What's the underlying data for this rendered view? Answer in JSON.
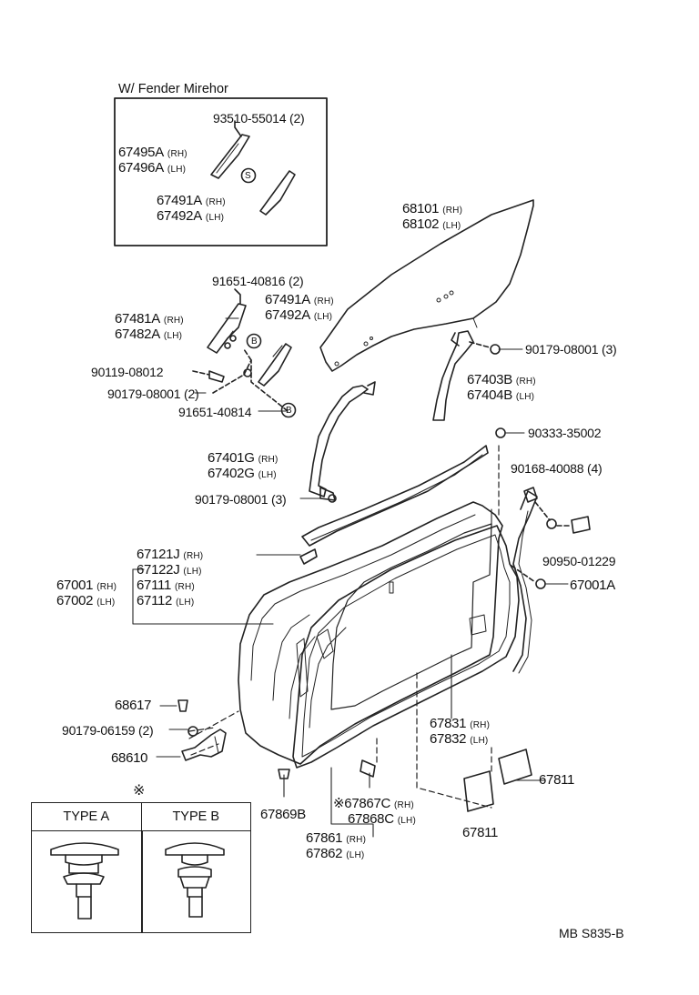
{
  "inset": {
    "title": "W/ Fender Mirehor",
    "bolt": "93510-55014 (2)",
    "s_mark": "S",
    "upper": {
      "n1": "67495A",
      "s1": "(RH)",
      "n2": "67496A",
      "s2": "(LH)"
    },
    "lower": {
      "n1": "67491A",
      "s1": "(RH)",
      "n2": "67492A",
      "s2": "(LH)"
    }
  },
  "labels": {
    "glass": {
      "n1": "68101",
      "s1": "(RH)",
      "n2": "68102",
      "s2": "(LH)"
    },
    "screw_top": "91651-40816 (2)",
    "cover_a": {
      "n1": "67481A",
      "s1": "(RH)",
      "n2": "67482A",
      "s2": "(LH)"
    },
    "cover_b": {
      "n1": "67491A",
      "s1": "(RH)",
      "n2": "67492A",
      "s2": "(LH)"
    },
    "bolt_90119": "90119-08012",
    "nut_08001_2": "90179-08001 (2)",
    "screw_40814": "91651-40814",
    "b_mark": "B",
    "nut_08001_3_top": "90179-08001 (3)",
    "channel": {
      "n1": "67403B",
      "s1": "(RH)",
      "n2": "67404B",
      "s2": "(LH)"
    },
    "plug": "90333-35002",
    "frame": {
      "n1": "67401G",
      "s1": "(RH)",
      "n2": "67402G",
      "s2": "(LH)"
    },
    "screw_40088": "90168-40088 (4)",
    "nut_08001_3_bottom": "90179-08001 (3)",
    "clip_01229": "90950-01229",
    "weather": {
      "n1": "67121J",
      "s1": "(RH)",
      "n2": "67122J",
      "s2": "(LH)"
    },
    "door": {
      "n1": "67001",
      "s1": "(RH)",
      "n2": "67002",
      "s2": "(LH)"
    },
    "strip": {
      "n1": "67111",
      "s1": "(RH)",
      "n2": "67112",
      "s2": "(LH)"
    },
    "plug_67001a": "67001A",
    "bolt_68617": "68617",
    "nut_06159": "90179-06159 (2)",
    "hinge_68610": "68610",
    "seal": {
      "n1": "67831",
      "s1": "(RH)",
      "n2": "67832",
      "s2": "(LH)"
    },
    "pad_right": "67811",
    "pad_left": "67811",
    "clip_67869b": "67869B",
    "clip_6786x": {
      "mark": "※",
      "n1": "67867C",
      "s1": "(RH)",
      "n2": "67868C",
      "s2": "(LH)"
    },
    "weatherstrip": {
      "n1": "67861",
      "s1": "(RH)",
      "n2": "67862",
      "s2": "(LH)"
    }
  },
  "legend": {
    "mark": "※",
    "type_a": "TYPE A",
    "type_b": "TYPE B"
  },
  "drawing_code": "MB  S835-B"
}
